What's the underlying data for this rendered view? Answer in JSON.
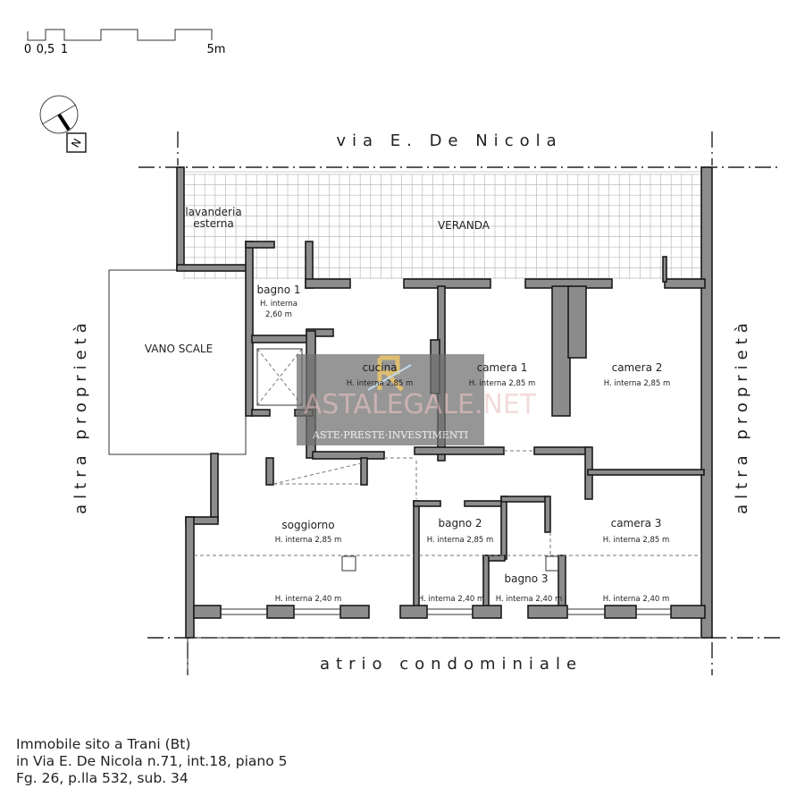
{
  "scale_bar": {
    "labels": [
      "0",
      "0,5",
      "1",
      "5m"
    ]
  },
  "compass": {
    "north_label": "N"
  },
  "streets": {
    "top": "via E. De Nicola",
    "bottom": "atrio condominiale",
    "left": "altra proprietà",
    "right": "altra proprietà"
  },
  "rooms": {
    "lavanderia": {
      "name_line1": "lavanderia",
      "name_line2": "esterna"
    },
    "veranda": {
      "name": "VERANDA"
    },
    "vano_scale": {
      "name": "VANO SCALE"
    },
    "bagno1": {
      "name": "bagno 1",
      "height_line1": "H. interna",
      "height_line2": "2,60 m"
    },
    "cucina": {
      "name": "cucina",
      "height": "H. interna 2,85 m"
    },
    "camera1": {
      "name": "camera 1",
      "height": "H. interna 2,85 m"
    },
    "camera2": {
      "name": "camera 2",
      "height": "H. interna 2,85 m"
    },
    "soggiorno": {
      "name": "soggiorno",
      "height": "H. interna 2,85 m",
      "height_low": "H. interna 2,40 m"
    },
    "bagno2": {
      "name": "bagno 2",
      "height": "H. interna 2,85 m",
      "height_low": "H. interna 2,40 m"
    },
    "bagno3": {
      "name": "bagno 3",
      "height_low": "H. interna 2,40 m"
    },
    "camera3": {
      "name": "camera 3",
      "height": "H. interna 2,85 m",
      "height_low": "H. interna 2,40 m"
    }
  },
  "watermark": {
    "brand": "ASTALEGALE.NET",
    "tagline": "ASTE·PRESTE·INVESTIMENTI"
  },
  "caption": {
    "line1": "Immobile sito a Trani (Bt)",
    "line2": "in Via E. De Nicola n.71, int.18, piano 5",
    "line3": "Fg. 26, p.lla 532, sub. 34"
  },
  "colors": {
    "wall": "#8c8c8c",
    "watermark_box": "#6e6e6e",
    "watermark_text": "#e8b8b8"
  }
}
